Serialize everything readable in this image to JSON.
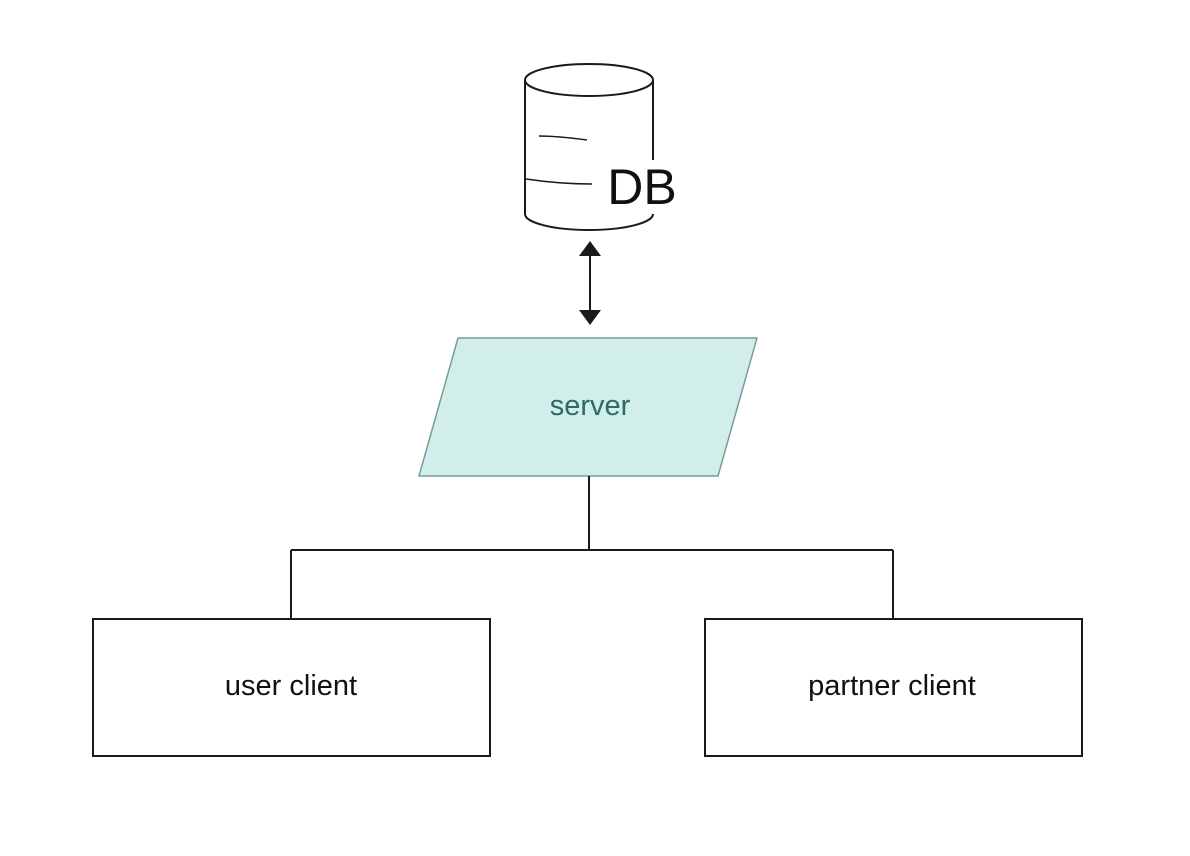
{
  "diagram": {
    "database": {
      "label": "DB",
      "icon": "database-cylinder-icon"
    },
    "server": {
      "label": "server",
      "fill": "#d1eeeb",
      "text_color": "#2e6b63"
    },
    "clients": [
      {
        "label": "user client"
      },
      {
        "label": "partner client"
      }
    ],
    "colors": {
      "stroke": "#1a1a1a",
      "server_border": "#7a9c98",
      "background": "#ffffff"
    }
  }
}
